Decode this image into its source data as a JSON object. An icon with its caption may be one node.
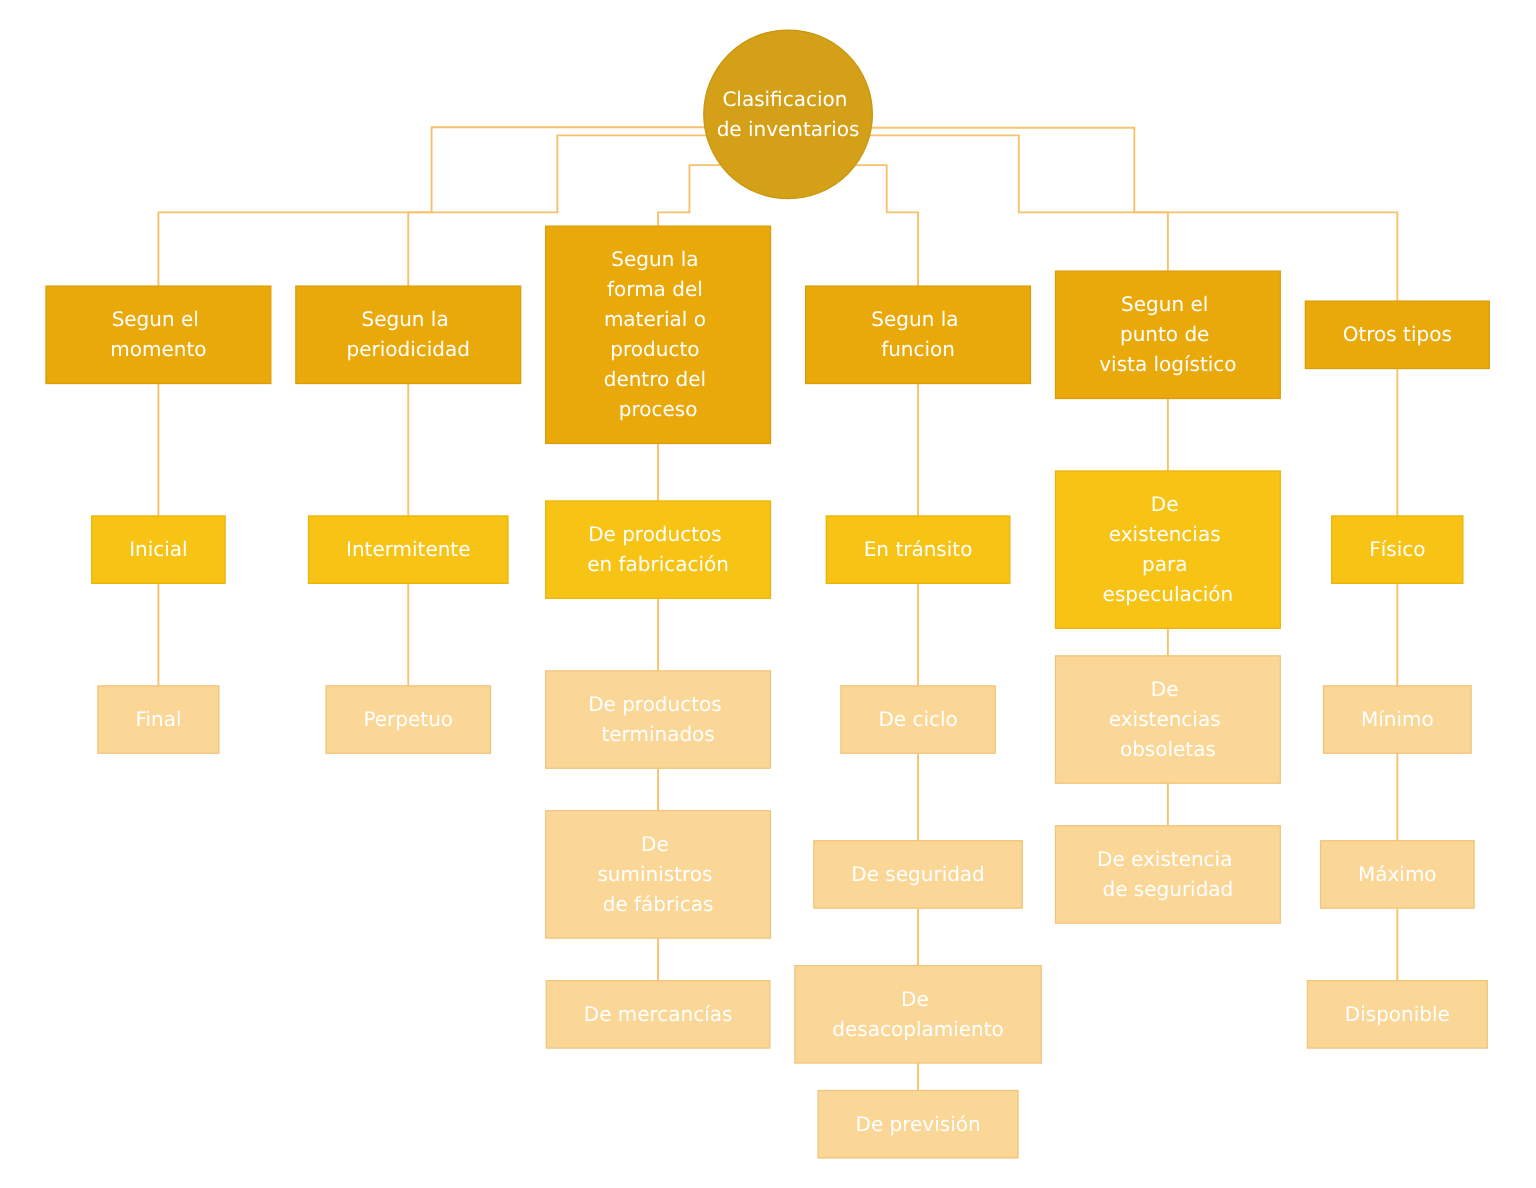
{
  "diagram": {
    "nodes": [
      {
        "text": [
          "Clasificacion de inventarios"
        ]
      },
      {
        "text": [
          "Segun el momento"
        ]
      },
      {
        "text": [
          "Inicial"
        ]
      },
      {
        "text": [
          "Final"
        ]
      },
      {
        "text": [
          "Segun la periodicidad"
        ]
      },
      {
        "text": [
          "Intermitente"
        ]
      },
      {
        "text": [
          "Perpetuo"
        ]
      },
      {
        "text": [
          "Segun la forma del material o producto dentro del proceso"
        ]
      },
      {
        "text": [
          "De productos en fabricación"
        ]
      },
      {
        "text": [
          "De productos terminados"
        ]
      },
      {
        "text": [
          "De suministros de fábricas"
        ]
      },
      {
        "text": [
          "De mercancías"
        ]
      },
      {
        "text": [
          "Segun la funcion"
        ]
      },
      {
        "text": [
          "En tránsito"
        ]
      },
      {
        "text": [
          "De ciclo"
        ]
      },
      {
        "text": [
          "De seguridad"
        ]
      },
      {
        "text": [
          "De desacoplamiento"
        ]
      },
      {
        "text": [
          "De previsión"
        ]
      },
      {
        "text": [
          "Segun el punto de vista logístico"
        ]
      },
      {
        "text": [
          "De existencias para especulación"
        ]
      },
      {
        "text": [
          "De existencias obsoletas"
        ]
      },
      {
        "text": [
          "De existencia de seguridad"
        ]
      },
      {
        "text": [
          "Otros tipos"
        ]
      },
      {
        "text": [
          "Físico"
        ]
      },
      {
        "text": [
          "Mínimo"
        ]
      },
      {
        "text": [
          "Máximo"
        ]
      },
      {
        "text": [
          "Disponible"
        ]
      }
    ],
    "edges": [
      {
        "from": 0,
        "to": 1,
        "arrow": "none"
      },
      {
        "from": 0,
        "to": 4,
        "arrow": "none"
      },
      {
        "from": 0,
        "to": 7,
        "arrow": "none"
      },
      {
        "from": 0,
        "to": 12,
        "arrow": "none"
      },
      {
        "from": 0,
        "to": 18,
        "arrow": "none"
      },
      {
        "from": 0,
        "to": 22,
        "arrow": "none"
      },
      {
        "from": 1,
        "to": 2,
        "arrow": "none"
      },
      {
        "from": 2,
        "to": 3,
        "arrow": "none"
      },
      {
        "from": 4,
        "to": 5,
        "arrow": "none"
      },
      {
        "from": 5,
        "to": 6,
        "arrow": "none"
      },
      {
        "from": 7,
        "to": 8,
        "arrow": "none"
      },
      {
        "from": 8,
        "to": 9,
        "arrow": "none"
      },
      {
        "from": 9,
        "to": 10,
        "arrow": "none"
      },
      {
        "from": 10,
        "to": 11,
        "arrow": "none"
      },
      {
        "from": 12,
        "to": 13,
        "arrow": "none"
      },
      {
        "from": 13,
        "to": 14,
        "arrow": "none"
      },
      {
        "from": 14,
        "to": 15,
        "arrow": "none"
      },
      {
        "from": 15,
        "to": 16,
        "arrow": "none"
      },
      {
        "from": 16,
        "to": 17,
        "arrow": "none"
      },
      {
        "from": 18,
        "to": 19,
        "arrow": "none"
      },
      {
        "from": 19,
        "to": 20,
        "arrow": "none"
      },
      {
        "from": 20,
        "to": 21,
        "arrow": "none"
      },
      {
        "from": 22,
        "to": 23,
        "arrow": "none"
      },
      {
        "from": 23,
        "to": 24,
        "arrow": "none"
      },
      {
        "from": 24,
        "to": 25,
        "arrow": "none"
      },
      {
        "from": 25,
        "to": 26,
        "arrow": "none"
      }
    ]
  }
}
